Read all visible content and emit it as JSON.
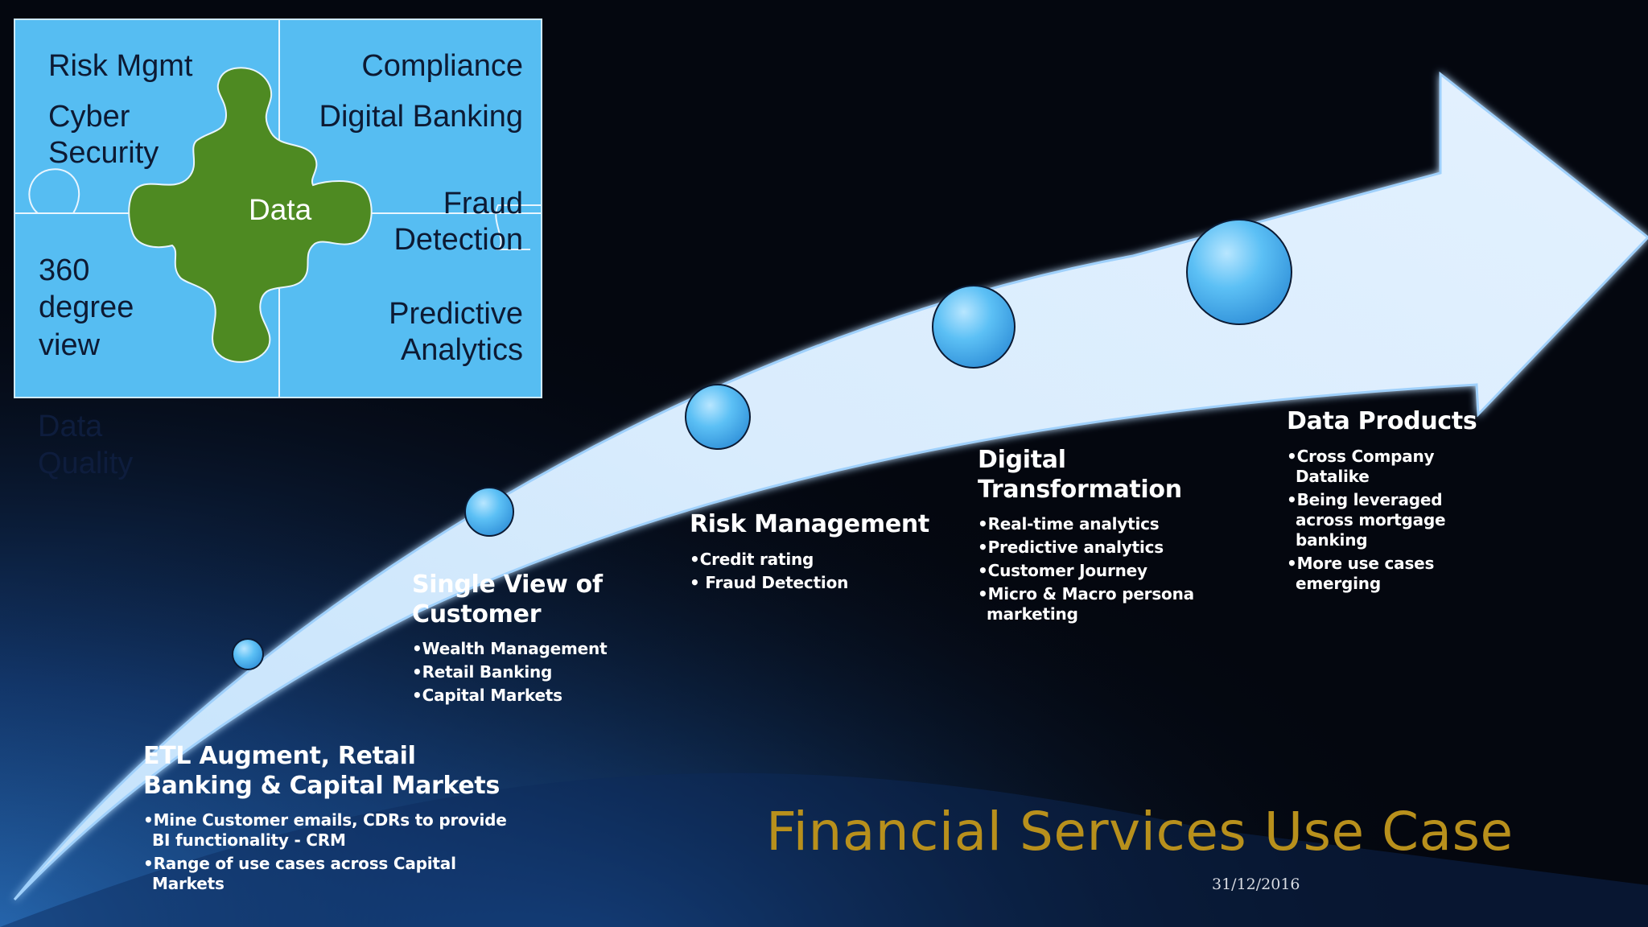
{
  "puzzle": {
    "center": "Data",
    "top_left": "Risk Mgmt",
    "cyber": "Cyber\nSecurity",
    "view360": "360\ndegree\nview",
    "top_right": "Compliance",
    "digital": "Digital Banking",
    "fraud": "Fraud\nDetection",
    "predictive": "Predictive\nAnalytics",
    "hidden": "Data\nQuality",
    "colors": {
      "tile": "#56bdf2",
      "center": "#4e8a22"
    }
  },
  "stages": [
    {
      "title": "ETL Augment, Retail Banking & Capital Markets",
      "bullets": [
        "Mine Customer emails, CDRs to provide BI functionality  - CRM",
        "Range of use cases across Capital Markets"
      ]
    },
    {
      "title": "Single View of Customer",
      "bullets": [
        "Wealth Management",
        "Retail Banking",
        "Capital Markets"
      ]
    },
    {
      "title": "Risk Management",
      "bullets": [
        "Credit rating",
        " Fraud Detection"
      ]
    },
    {
      "title": "Digital Transformation",
      "bullets": [
        "Real-time analytics",
        "Predictive analytics",
        "Customer Journey",
        "Micro & Macro persona marketing"
      ]
    },
    {
      "title": "Data Products",
      "bullets": [
        "Cross Company Datalike",
        "Being leveraged across mortgage banking",
        "More use cases emerging"
      ]
    }
  ],
  "slide_title": "Financial Services Use Case",
  "date": "31/12/2016",
  "colors": {
    "title": "#b8901c",
    "arrow": "#dbeefe",
    "bubble": "#4fb4ef"
  }
}
